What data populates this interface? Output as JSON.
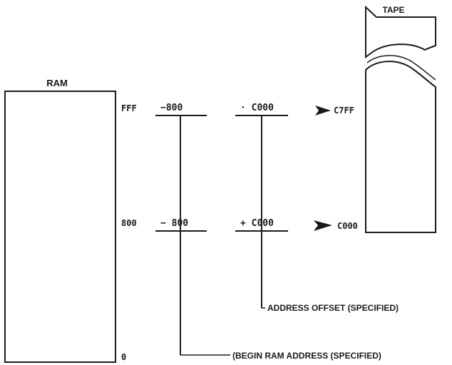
{
  "ram": {
    "title": "RAM",
    "addr_top": "FFF",
    "addr_mid": "800",
    "addr_bottom": "0"
  },
  "tape": {
    "title": "TAPE"
  },
  "rows": {
    "top": {
      "subtract": "−800",
      "add": "· C000",
      "result": "C7FF"
    },
    "mid": {
      "subtract": "− 800",
      "add": "+ C000",
      "result": "C000"
    }
  },
  "annotations": {
    "address_offset": "ADDRESS OFFSET (SPECIFIED)",
    "begin_ram": "(BEGIN RAM ADDRESS (SPECIFIED)"
  },
  "colors": {
    "ink": "#1a1a1a",
    "background": "#ffffff"
  }
}
